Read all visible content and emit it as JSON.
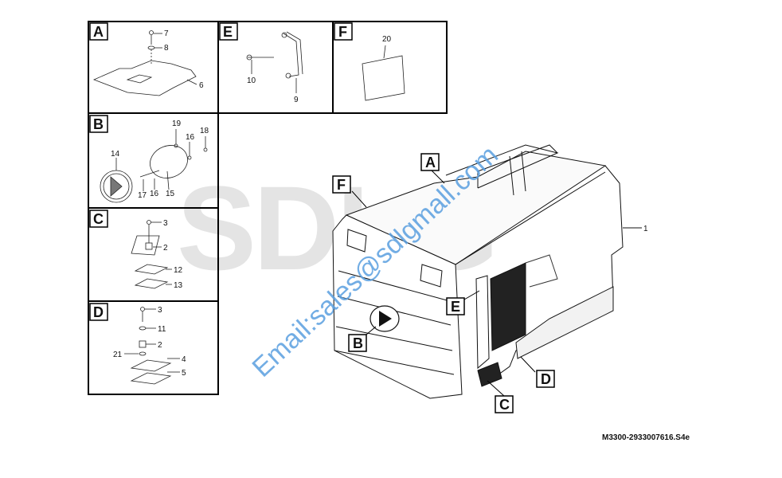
{
  "watermark": {
    "brand": "SDLG",
    "email": "Email:sales@sdlgmall.com"
  },
  "reference_code": "M3300-2933007616.S4e",
  "panels": [
    {
      "id": "A",
      "labels": [
        "7",
        "8",
        "6"
      ]
    },
    {
      "id": "E",
      "labels": [
        "10",
        "9"
      ]
    },
    {
      "id": "F",
      "labels": [
        "20"
      ]
    },
    {
      "id": "B",
      "labels": [
        "19",
        "18",
        "16",
        "14",
        "17",
        "16",
        "15"
      ]
    },
    {
      "id": "C",
      "labels": [
        "3",
        "2",
        "12",
        "13"
      ]
    },
    {
      "id": "D",
      "labels": [
        "3",
        "11",
        "2",
        "21",
        "4",
        "5"
      ]
    }
  ],
  "main": {
    "part_label": "1",
    "callouts": [
      "A",
      "F",
      "E",
      "B",
      "D",
      "C"
    ]
  }
}
